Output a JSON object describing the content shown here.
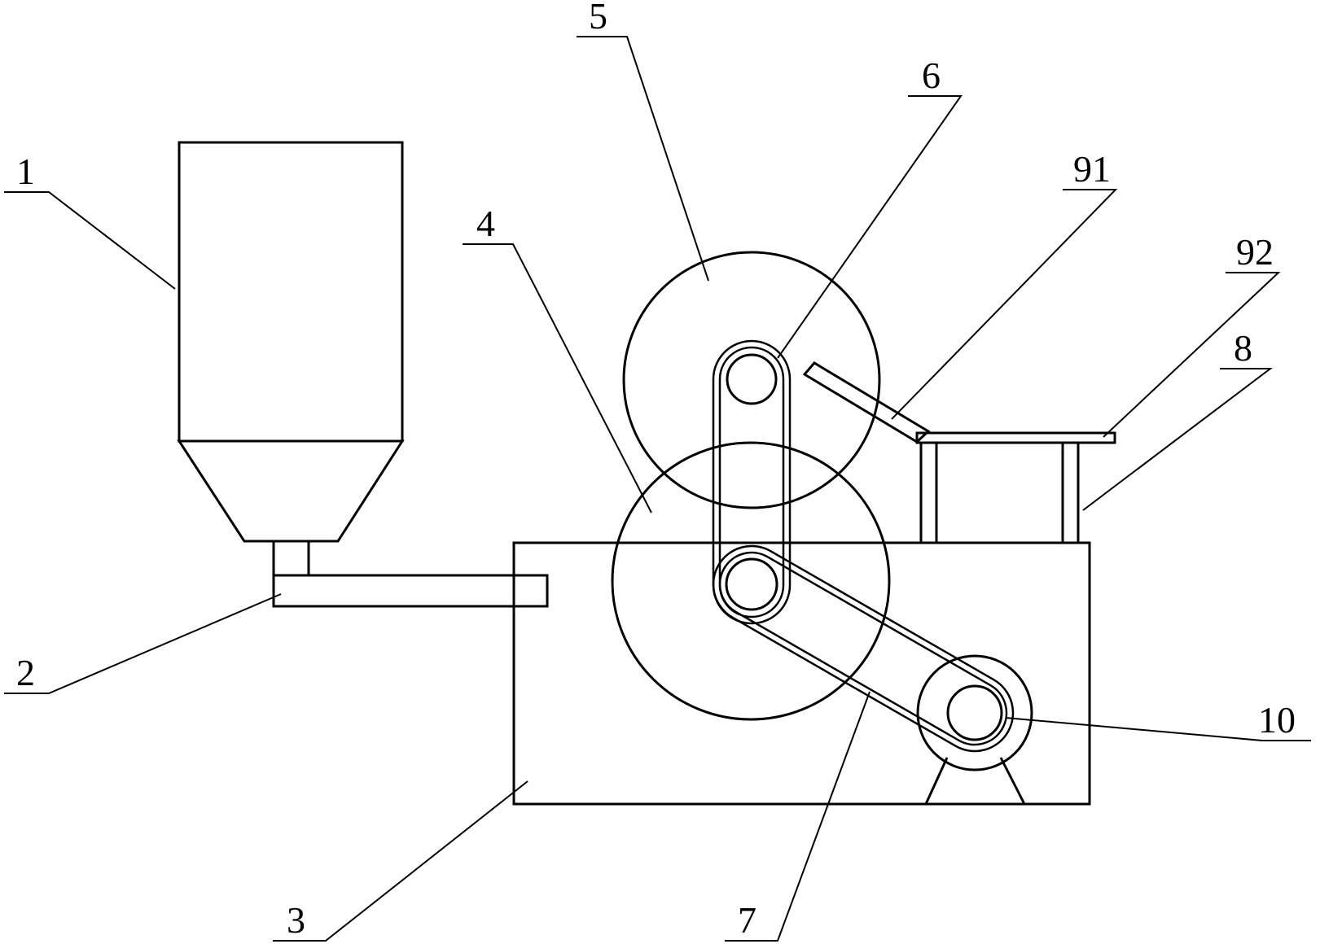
{
  "diagram": {
    "labels": [
      {
        "key": "hopper",
        "text": "1"
      },
      {
        "key": "feed_pipe",
        "text": "2"
      },
      {
        "key": "frame",
        "text": "3"
      },
      {
        "key": "lower_roller",
        "text": "4"
      },
      {
        "key": "upper_roller",
        "text": "5"
      },
      {
        "key": "upper_belt",
        "text": "6"
      },
      {
        "key": "lower_belt",
        "text": "7"
      },
      {
        "key": "support",
        "text": "8"
      },
      {
        "key": "chute",
        "text": "91"
      },
      {
        "key": "platform",
        "text": "92"
      },
      {
        "key": "motor",
        "text": "10"
      }
    ]
  }
}
